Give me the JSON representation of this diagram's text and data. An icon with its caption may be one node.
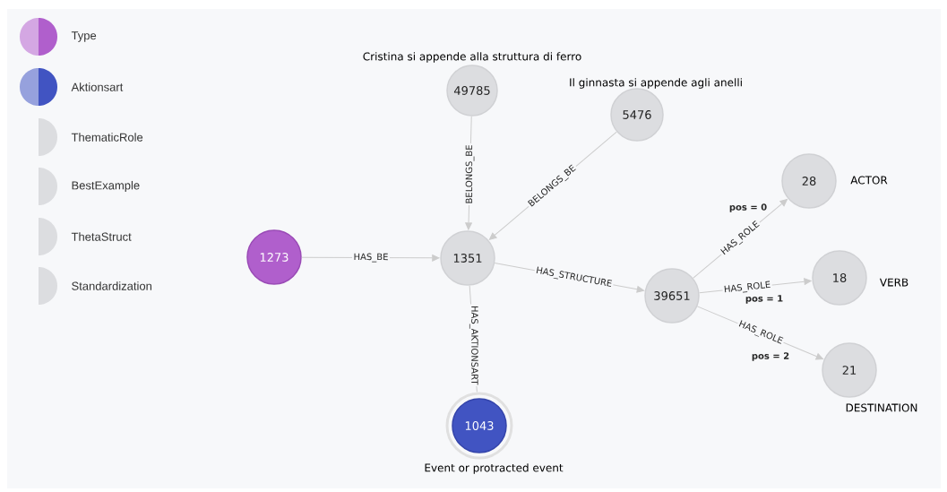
{
  "diagram": {
    "nodes": [
      {
        "text": [
          "49785"
        ],
        "beside": [
          "Cristina si appende alla struttura di ferro"
        ]
      },
      {
        "text": [
          "5476"
        ],
        "beside": [
          "Il ginnasta si appende agli anelli"
        ]
      },
      {
        "text": [
          "1273"
        ]
      },
      {
        "text": [
          "1351"
        ]
      },
      {
        "text": [
          "39651"
        ]
      },
      {
        "text": [
          "28"
        ],
        "beside": [
          "ACTOR"
        ]
      },
      {
        "text": [
          "18"
        ],
        "beside": [
          "VERB"
        ]
      },
      {
        "text": [
          "21"
        ],
        "beside": [
          "DESTINATION"
        ]
      },
      {
        "text": [
          "1043"
        ],
        "beside": [
          "Event or protracted event"
        ]
      }
    ],
    "edges": [
      {
        "from": 0,
        "to": 3,
        "arrow": "to",
        "label": "BELONGS_BE"
      },
      {
        "from": 1,
        "to": 3,
        "arrow": "to",
        "label": "BELONGS_BE"
      },
      {
        "from": 2,
        "to": 3,
        "arrow": "to",
        "label": "HAS_BE"
      },
      {
        "from": 3,
        "to": 4,
        "arrow": "to",
        "label": "HAS_STRUCTURE"
      },
      {
        "from": 3,
        "to": 8,
        "arrow": "none",
        "label": "HAS_AKTIONSART"
      },
      {
        "from": 4,
        "to": 5,
        "arrow": "to",
        "label": "HAS_ROLE"
      },
      {
        "from": 4,
        "to": 6,
        "arrow": "to",
        "label": "HAS_ROLE"
      },
      {
        "from": 4,
        "to": 7,
        "arrow": "to",
        "label": "HAS_ROLE"
      }
    ],
    "labels": [
      "pos = 0",
      "pos = 1",
      "pos = 2"
    ],
    "legend": [
      {
        "text": "Type",
        "color": "#b05fcc"
      },
      {
        "text": "Aktionsart",
        "color": "#4154c2"
      },
      {
        "text": "ThematicRole",
        "color": "#dcdde0"
      },
      {
        "text": "BestExample",
        "color": "#dcdde0"
      },
      {
        "text": "ThetaStruct",
        "color": "#dcdde0"
      },
      {
        "text": "Standardization",
        "color": "#dcdde0"
      }
    ]
  }
}
